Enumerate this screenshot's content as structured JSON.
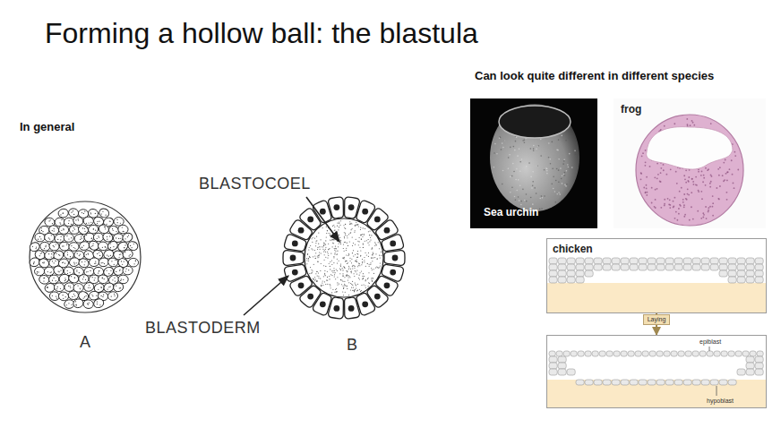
{
  "diagram": {
    "title": "Forming a hollow ball: the blastula",
    "nodes": [
      {
        "text": [
          "Sea urchin"
        ]
      },
      {
        "text": [
          "frog"
        ]
      },
      {
        "text": [
          "chicken"
        ]
      },
      {
        "text": [
          "epiblast",
          "hypoblast"
        ]
      }
    ],
    "edges": [
      {
        "from": 2,
        "to": 3,
        "label": "Laying",
        "arrow": "to"
      }
    ],
    "labels": [
      "Can look quite different in different species",
      "In general",
      "BLASTOCOEL",
      "BLASTODERM",
      "A",
      "B"
    ]
  }
}
